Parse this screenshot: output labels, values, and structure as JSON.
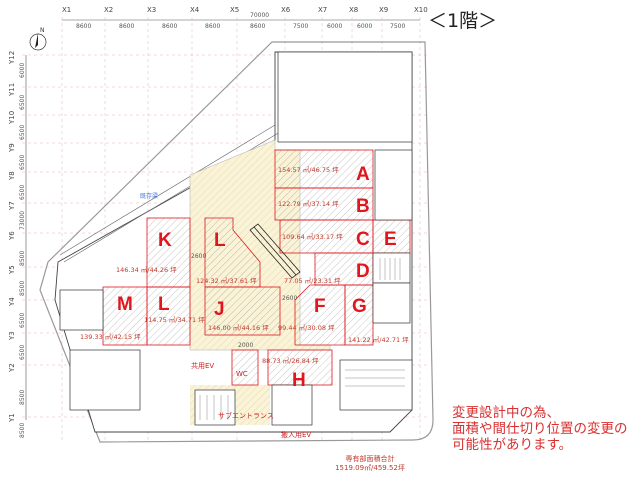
{
  "floor_label": "＜1階＞",
  "axes": {
    "x_labels": [
      "X1",
      "X2",
      "X3",
      "X4",
      "X5",
      "X6",
      "X7",
      "X8",
      "X9",
      "X10"
    ],
    "x_spans": [
      "8600",
      "8600",
      "8600",
      "8600",
      "8600",
      "7500",
      "6000",
      "6000",
      "7500"
    ],
    "x_total": "70000",
    "y_labels": [
      "Y12",
      "Y11",
      "Y10",
      "Y9",
      "Y8",
      "Y7",
      "Y6",
      "Y5",
      "Y4",
      "Y3",
      "Y2",
      "Y1"
    ],
    "y_spans": [
      "6000",
      "6500",
      "6500",
      "6500",
      "6500",
      "8500",
      "8500",
      "6500",
      "6500",
      "8500",
      "8500"
    ],
    "y_total": "73000"
  },
  "north_label": "N",
  "tenants": [
    {
      "letter": "A",
      "area": "154.57 ㎡/46.75 坪"
    },
    {
      "letter": "B",
      "area": "122.79 ㎡/37.14 坪"
    },
    {
      "letter": "C",
      "area": "109.64 ㎡/33.17 坪"
    },
    {
      "letter": "D",
      "area": "77.05 ㎡/23.31 坪"
    },
    {
      "letter": "E",
      "area": ""
    },
    {
      "letter": "F",
      "area": "99.44 ㎡/30.08 坪"
    },
    {
      "letter": "G",
      "area": "141.22 ㎡/42.71 坪"
    },
    {
      "letter": "H",
      "area": "88.73 ㎡/26.84 坪"
    },
    {
      "letter": "J",
      "area": "146.00 ㎡/44.16 坪"
    },
    {
      "letter": "K",
      "area": "146.34 ㎡/44.26 坪"
    },
    {
      "letter": "L",
      "area": "124.32 ㎡/37.61 坪"
    },
    {
      "letter": "L",
      "area": "114.75 ㎡/34.71 坪"
    },
    {
      "letter": "M",
      "area": "139.33 ㎡/42.15 坪"
    }
  ],
  "dimensions": {
    "d2600": "2600",
    "d2000": "2000"
  },
  "labels": {
    "existing_beam": "既存梁",
    "shared_ev": "共用EV",
    "wc": "WC",
    "sub_entrance": "サブエントランス",
    "freight_ev": "搬入用EV"
  },
  "total": {
    "title": "専有部面積合計",
    "value": "1519.09㎡/459.52坪"
  },
  "note": [
    "変更設計中の為、",
    "面積や間仕切り位置の変更の",
    "可能性があります。"
  ],
  "colors": {
    "tenant_outline": "#e0161c",
    "common_area": "#fbf3d6",
    "hatch": "#b8b8b8"
  }
}
